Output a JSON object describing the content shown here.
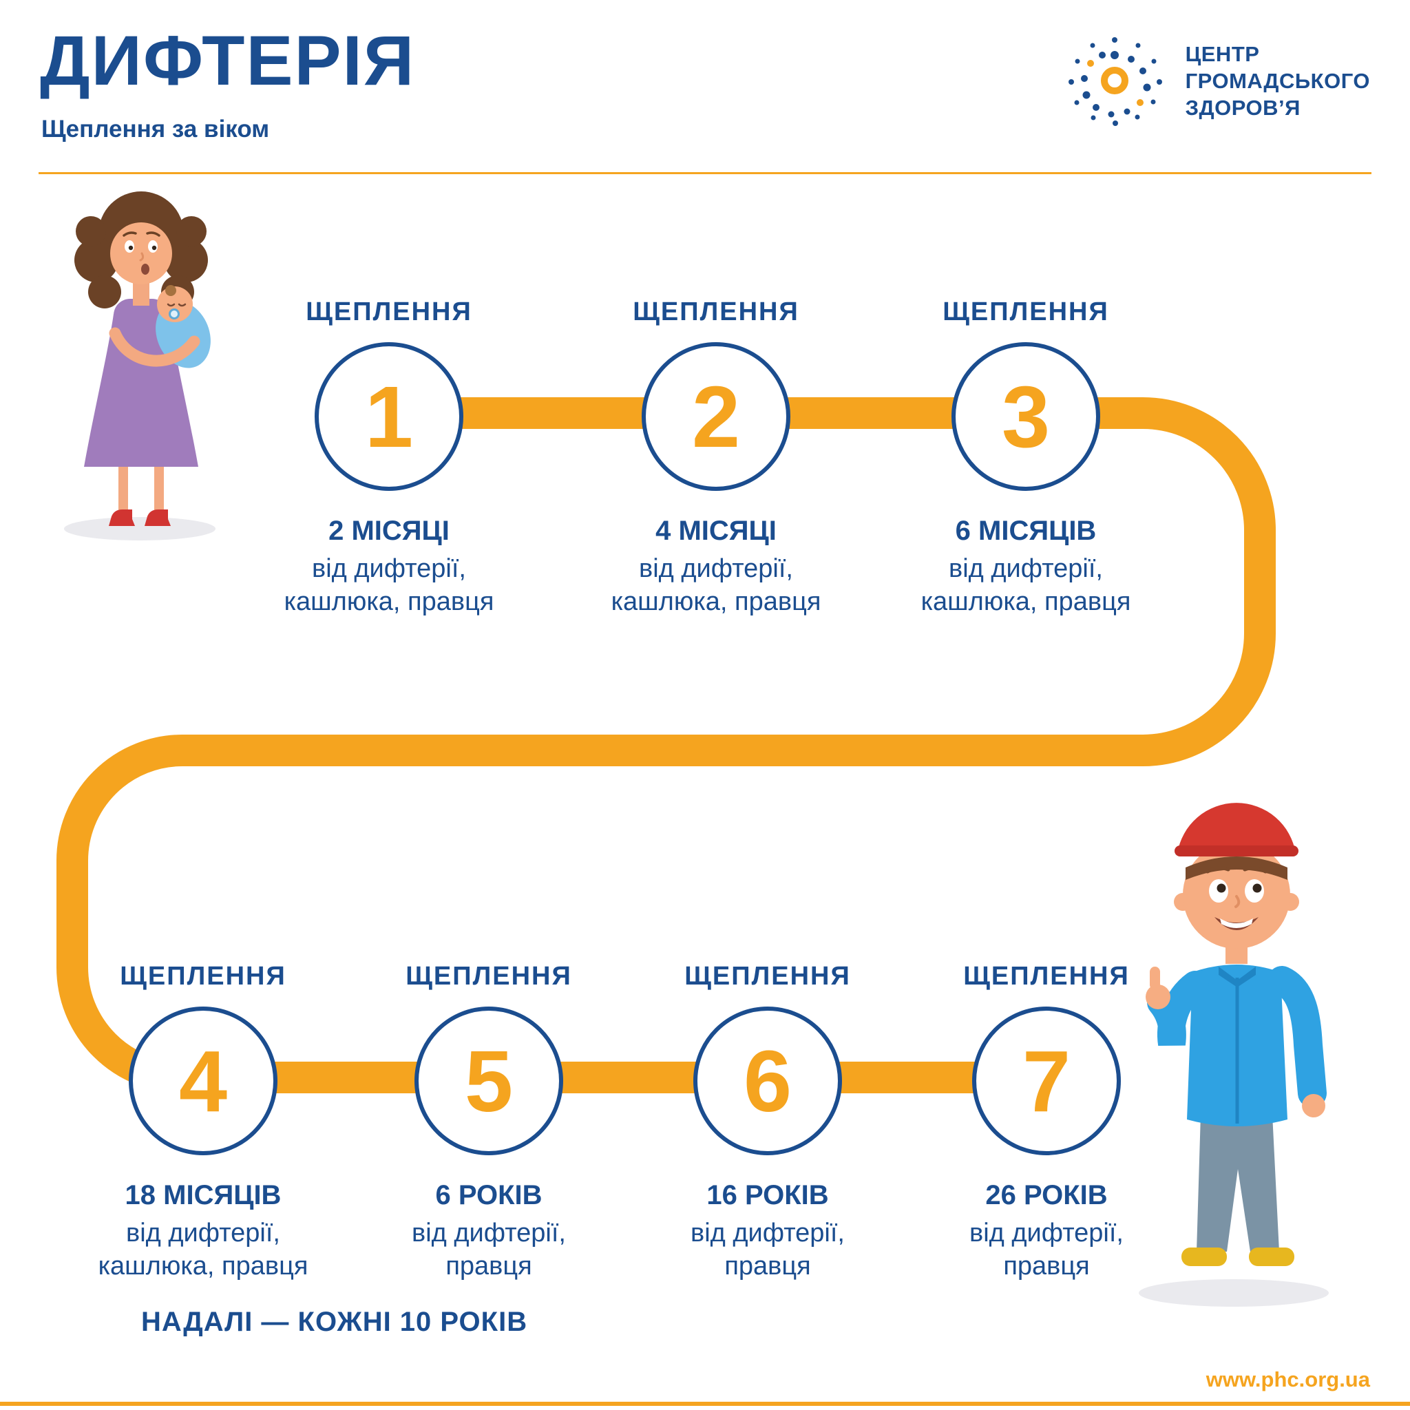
{
  "header": {
    "title": "ДИФТЕРІЯ",
    "subtitle": "Щеплення за віком"
  },
  "logo": {
    "line1": "ЦЕНТР",
    "line2": "ГРОМАДСЬКОГО",
    "line3": "ЗДОРОВ’Я"
  },
  "colors": {
    "primary_blue": "#1b4d8f",
    "accent_orange": "#f5a41f",
    "background": "#ffffff"
  },
  "timeline": {
    "step_label": "ЩЕПЛЕННЯ",
    "steps": [
      {
        "number": "1",
        "age": "2 МІСЯЦІ",
        "desc_line1": "від дифтерії,",
        "desc_line2": "кашлюка, правця"
      },
      {
        "number": "2",
        "age": "4 МІСЯЦІ",
        "desc_line1": "від дифтерії,",
        "desc_line2": "кашлюка, правця"
      },
      {
        "number": "3",
        "age": "6 МІСЯЦІВ",
        "desc_line1": "від дифтерії,",
        "desc_line2": "кашлюка, правця"
      },
      {
        "number": "4",
        "age": "18 МІСЯЦІВ",
        "desc_line1": "від дифтерії,",
        "desc_line2": "кашлюка, правця"
      },
      {
        "number": "5",
        "age": "6 РОКІВ",
        "desc_line1": "від дифтерії,",
        "desc_line2": "правця"
      },
      {
        "number": "6",
        "age": "16 РОКІВ",
        "desc_line1": "від дифтерії,",
        "desc_line2": "правця"
      },
      {
        "number": "7",
        "age": "26 РОКІВ",
        "desc_line1": "від дифтерії,",
        "desc_line2": "правця"
      }
    ]
  },
  "footer": {
    "note": "НАДАЛІ — КОЖНІ 10 РОКІВ",
    "website": "www.phc.org.ua"
  }
}
